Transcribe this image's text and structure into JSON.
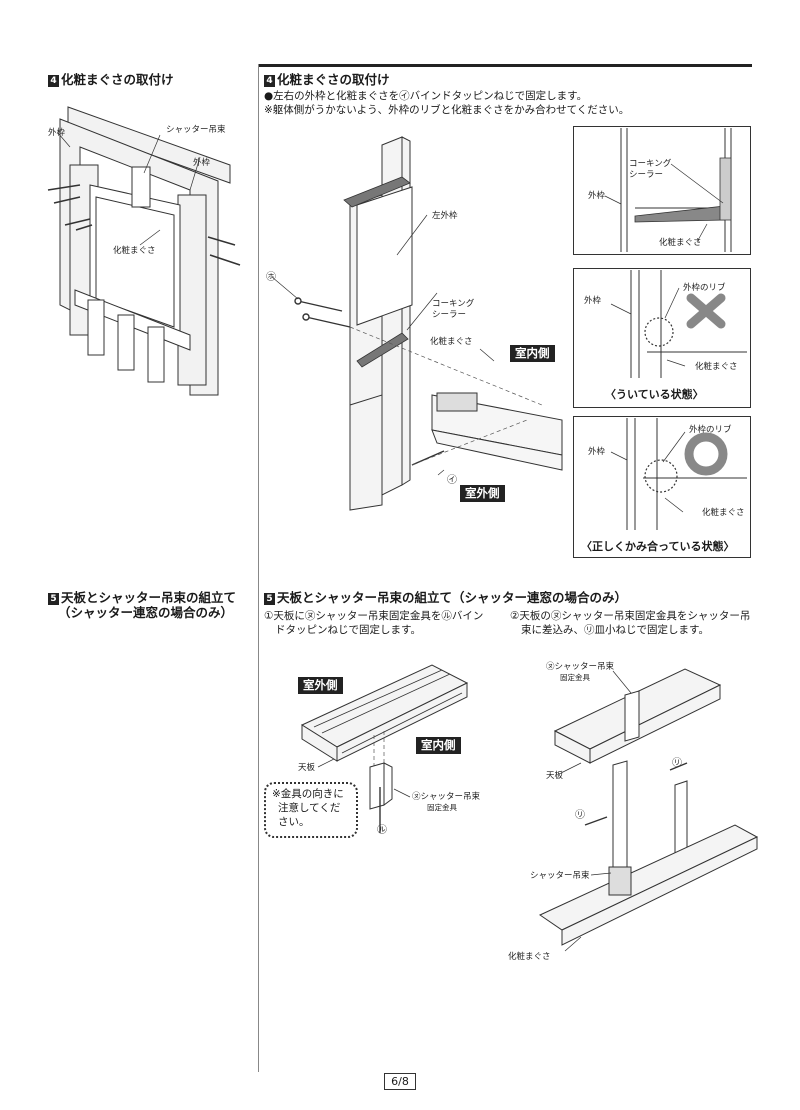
{
  "left": {
    "sec4_num": "4",
    "sec4_title": "化粧まぐさの取付け",
    "sec5_num": "5",
    "sec5_title_l1": "天板とシャッター吊束の組立て",
    "sec5_title_l2": "（シャッター連窓の場合のみ）",
    "fig_labels": {
      "sotowaku_left": "外枠",
      "shutter_tsurituka": "シャッター吊束",
      "sotowaku_right": "外枠",
      "kesho_magusa": "化粧まぐさ"
    }
  },
  "sec4": {
    "num": "4",
    "title": "化粧まぐさの取付け",
    "line1": "●左右の外枠と化粧まぐさを㋑バインドタッピンねじで固定します。",
    "line2": "※躯体側がうかないよう、外枠のリブと化粧まぐさをかみ合わせてください。",
    "fig": {
      "ho": "㋭",
      "i": "㋑",
      "hidari_sotowaku": "左外枠",
      "caulking1": "コーキング",
      "sealer1": "シーラー",
      "kesho_magusa": "化粧まぐさ",
      "shitsunai": "室内側",
      "shitsugai": "室外側"
    },
    "box1": {
      "caulking": "コーキング",
      "sealer": "シーラー",
      "sotowaku": "外枠",
      "magusa": "化粧まぐさ"
    },
    "box2": {
      "rib": "外枠のリブ",
      "sotowaku": "外枠",
      "magusa": "化粧まぐさ",
      "caption": "〈ういている状態〉"
    },
    "box3": {
      "rib": "外枠のリブ",
      "sotowaku": "外枠",
      "magusa": "化粧まぐさ",
      "caption": "〈正しくかみ合っている状態〉"
    }
  },
  "sec5": {
    "num": "5",
    "title": "天板とシャッター吊束の組立て（シャッター連窓の場合のみ）",
    "step1_l1": "①天板に㋦シャッター吊束固定金具を㋸バイン",
    "step1_l2": "ドタッピンねじで固定します。",
    "step2_l1": "②天板の㋦シャッター吊束固定金具をシャッター吊",
    "step2_l2": "束に差込み、㋷皿小ねじで固定します。",
    "fig1": {
      "shitsugai": "室外側",
      "shitsunai": "室内側",
      "tenban": "天板",
      "nu": "㋦シャッター吊束",
      "nu2": "固定金具",
      "ru": "㋸",
      "note_l1": "※金具の向きに",
      "note_l2": "注意してくだ",
      "note_l3": "さい。"
    },
    "fig2": {
      "nu": "㋦シャッター吊束",
      "nu2": "固定金具",
      "tenban": "天板",
      "wo1": "㋷",
      "wo2": "㋷",
      "shutter": "シャッター吊束",
      "magusa": "化粧まぐさ"
    }
  },
  "page": "6/8"
}
